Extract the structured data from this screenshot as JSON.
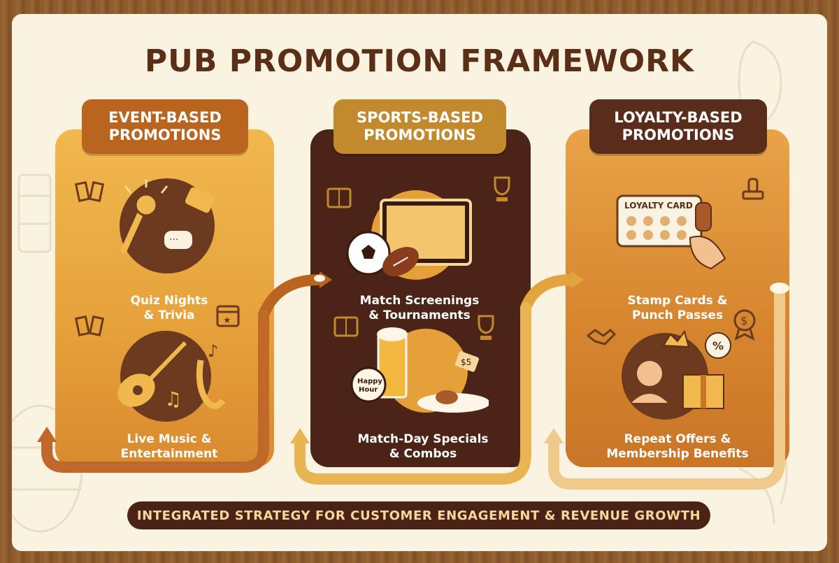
{
  "title": "PUB PROMOTION FRAMEWORK",
  "columns": [
    {
      "heading": "EVENT-BASED\nPROMOTIONS",
      "items": [
        {
          "label": "Quiz Nights\n& Trivia",
          "icon": "microphone-spotlight-icon"
        },
        {
          "label": "Live Music &\nEntertainment",
          "icon": "guitar-saxophone-icon"
        }
      ]
    },
    {
      "heading": "SPORTS-BASED\nPROMOTIONS",
      "items": [
        {
          "label": "Match Screenings\n& Tournaments",
          "icon": "tv-football-icon"
        },
        {
          "label": "Match-Day Specials\n& Combos",
          "icon": "beer-food-icon"
        }
      ]
    },
    {
      "heading": "LOYALTY-BASED\nPROMOTIONS",
      "items": [
        {
          "label": "Stamp Cards &\nPunch Passes",
          "icon": "loyalty-card-icon"
        },
        {
          "label": "Repeat Offers &\nMembership Benefits",
          "icon": "member-gift-icon"
        }
      ]
    }
  ],
  "graphics": {
    "loyalty_card_text": "LOYALTY CARD",
    "happy_hour_text": "Happy\nHour",
    "price_tag_text": "$5",
    "percent_text": "%"
  },
  "footer": "INTEGRATED STRATEGY FOR CUSTOMER ENGAGEMENT & REVENUE GROWTH",
  "colors": {
    "dark_brown": "#4b2317",
    "amber": "#e6a03a",
    "title_brown": "#5a2e17",
    "cream": "#fbf3e2"
  }
}
